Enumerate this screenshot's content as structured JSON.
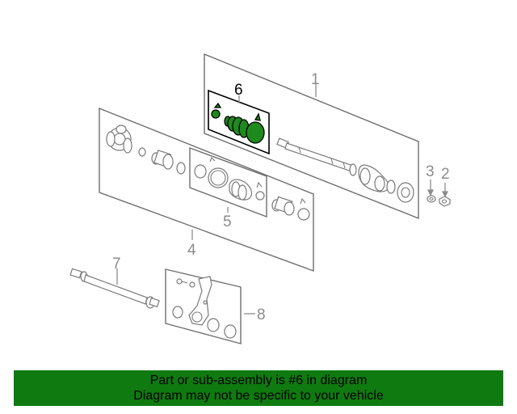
{
  "callouts": {
    "c1": "1",
    "c2": "2",
    "c3": "3",
    "c4": "4",
    "c5": "5",
    "c6": "6",
    "c7": "7",
    "c8": "8"
  },
  "highlighted_part": "6",
  "banner": {
    "line1": "Part or sub-assembly is #6 in diagram",
    "line2": "Diagram may not be specific to your vehicle"
  },
  "colors": {
    "highlight": "#1e8a1e",
    "banner": "#0f7a0f"
  }
}
